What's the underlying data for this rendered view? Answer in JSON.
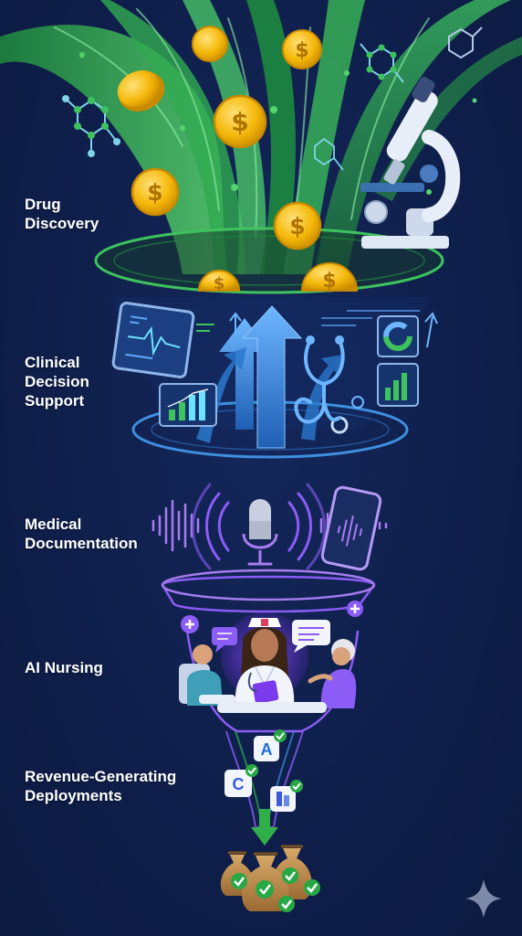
{
  "stages": [
    {
      "id": "drug-discovery",
      "label": "Drug\nDiscovery"
    },
    {
      "id": "clinical-decision-support",
      "label": "Clinical\nDecision\nSupport"
    },
    {
      "id": "medical-documentation",
      "label": "Medical\nDocumentation"
    },
    {
      "id": "ai-nursing",
      "label": "AI Nursing"
    },
    {
      "id": "revenue-deployments",
      "label": "Revenue-Generating\nDeployments"
    }
  ],
  "coin_symbol": "$",
  "deployment_badge_letters": [
    "A",
    "C"
  ],
  "colors": {
    "background": "#0f1f4b",
    "stage_green": "#2fae4a",
    "stage_blue": "#3f8fe0",
    "stage_purple": "#9b5de5",
    "coin_gold": "#f2b705",
    "check_green": "#27a844",
    "money_bag": "#b8864a"
  },
  "icons": [
    "molecule-icon",
    "microscope-icon",
    "coin-icon",
    "monitor-chart-icon",
    "bar-chart-icon",
    "donut-chart-icon",
    "stethoscope-icon",
    "arrow-up-icon",
    "microphone-icon",
    "sound-wave-icon",
    "smartphone-icon",
    "nurse-icon",
    "patient-icon",
    "chat-bubble-icon",
    "plus-icon",
    "app-badge-icon",
    "checkmark-icon",
    "money-bag-icon",
    "sparkle-icon"
  ]
}
